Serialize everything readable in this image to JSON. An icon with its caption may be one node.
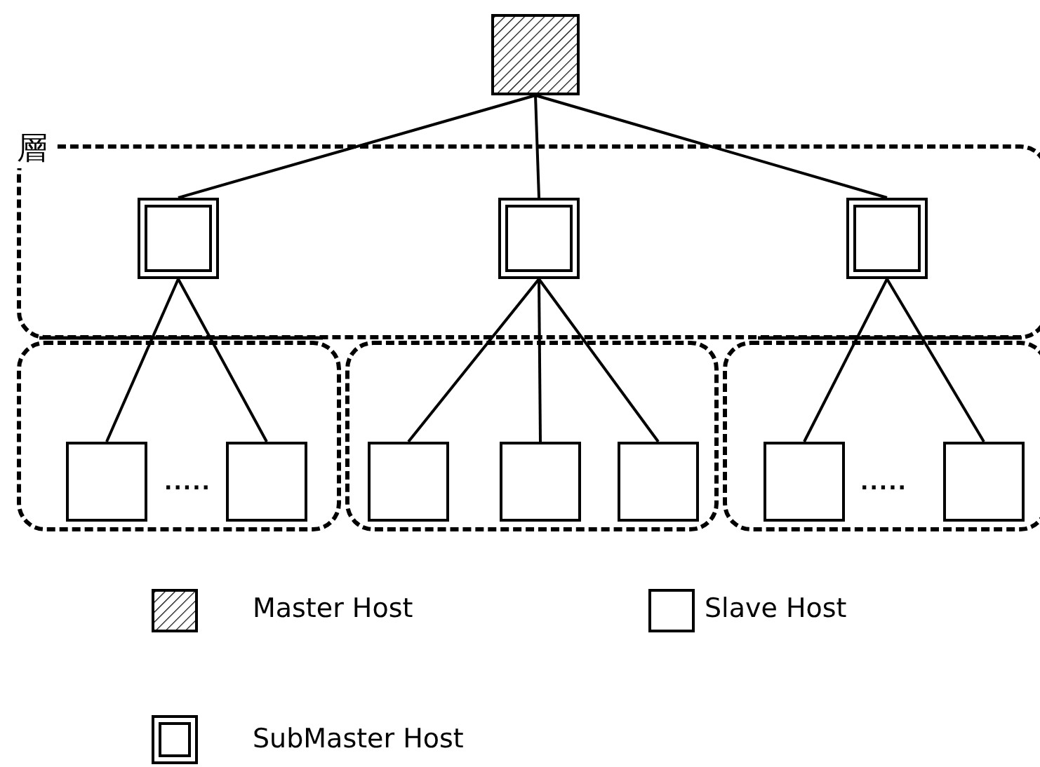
{
  "diagram": {
    "nodes": [
      {
        "text": [],
        "shape": "box"
      },
      {
        "text": [
          "層"
        ]
      },
      {
        "text": [],
        "shape": "box",
        "in": 1
      },
      {
        "text": [],
        "shape": "box",
        "in": 1
      },
      {
        "text": [],
        "shape": "box",
        "in": 1
      },
      {
        "text": [],
        "shape": "box"
      },
      {
        "text": [],
        "shape": "box"
      },
      {
        "text": [],
        "shape": "box"
      },
      {
        "text": [],
        "shape": "box",
        "in": 5
      },
      {
        "text": [],
        "shape": "box",
        "in": 5
      },
      {
        "text": [],
        "shape": "box",
        "in": 6
      },
      {
        "text": [],
        "shape": "box",
        "in": 6
      },
      {
        "text": [],
        "shape": "box",
        "in": 6
      },
      {
        "text": [],
        "shape": "box",
        "in": 7
      },
      {
        "text": [],
        "shape": "box",
        "in": 7
      }
    ],
    "edges": [
      {
        "from": 0,
        "to": 2,
        "arrow": "none"
      },
      {
        "from": 0,
        "to": 3,
        "arrow": "none"
      },
      {
        "from": 0,
        "to": 4,
        "arrow": "none"
      },
      {
        "from": 2,
        "to": 8,
        "arrow": "none"
      },
      {
        "from": 2,
        "to": 9,
        "arrow": "none"
      },
      {
        "from": 3,
        "to": 10,
        "arrow": "none"
      },
      {
        "from": 3,
        "to": 11,
        "arrow": "none"
      },
      {
        "from": 3,
        "to": 12,
        "arrow": "none"
      },
      {
        "from": 4,
        "to": 13,
        "arrow": "none"
      },
      {
        "from": 4,
        "to": 14,
        "arrow": "none"
      }
    ],
    "labels": [
      ".....",
      "....."
    ],
    "legend": [
      {
        "text": "Master Host"
      },
      {
        "text": "Slave Host"
      },
      {
        "text": "SubMaster Host"
      }
    ]
  }
}
